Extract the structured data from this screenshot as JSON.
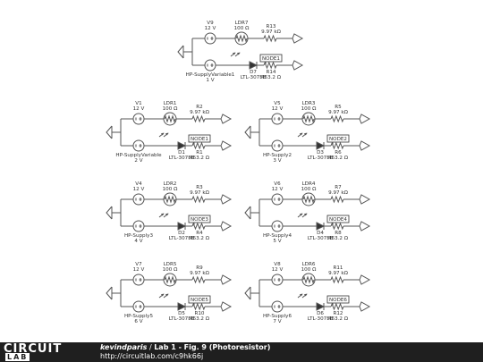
{
  "footer": {
    "logo_top": "CIRCUIT",
    "logo_bottom_left": "",
    "logo_bottom_right": "LAB",
    "author": "kevindparis",
    "separator": " / ",
    "title": "Lab 1 - Fig. 9 (Photoresistor)",
    "url": "http://circuitlab.com/c9hk66j"
  },
  "circuits": [
    {
      "id": "top",
      "vs_name": "V9",
      "vs_value": "12 V",
      "ldr_name": "LDR7",
      "ldr_value": "100 Ω",
      "r_top_name": "R13",
      "r_top_value": "9.97 kΩ",
      "node": "NODE1",
      "sup_name": "HP-SupplyVariable1",
      "sup_value": "1 V",
      "diode_name": "D7",
      "diode_value": "LTL-307EE",
      "r_bot_name": "R14",
      "r_bot_value": "463.2 Ω"
    },
    {
      "id": "L1",
      "vs_name": "V1",
      "vs_value": "12 V",
      "ldr_name": "LDR1",
      "ldr_value": "100 Ω",
      "r_top_name": "R2",
      "r_top_value": "9.97 kΩ",
      "node": "NODE1",
      "sup_name": "HP-SupplyVariable",
      "sup_value": "2 V",
      "diode_name": "D1",
      "diode_value": "LTL-307EE",
      "r_bot_name": "R1",
      "r_bot_value": "463.2 Ω"
    },
    {
      "id": "R1",
      "vs_name": "V5",
      "vs_value": "12 V",
      "ldr_name": "LDR3",
      "ldr_value": "100 Ω",
      "r_top_name": "R5",
      "r_top_value": "9.97 kΩ",
      "node": "NODE2",
      "sup_name": "HP-Supply2",
      "sup_value": "3 V",
      "diode_name": "D3",
      "diode_value": "LTL-307EE",
      "r_bot_name": "R6",
      "r_bot_value": "463.2 Ω"
    },
    {
      "id": "L2",
      "vs_name": "V4",
      "vs_value": "12 V",
      "ldr_name": "LDR2",
      "ldr_value": "100 Ω",
      "r_top_name": "R3",
      "r_top_value": "9.97 kΩ",
      "node": "NODE3",
      "sup_name": "HP-Supply3",
      "sup_value": "4 V",
      "diode_name": "D2",
      "diode_value": "LTL-307EE",
      "r_bot_name": "R4",
      "r_bot_value": "463.2 Ω"
    },
    {
      "id": "R2",
      "vs_name": "V6",
      "vs_value": "12 V",
      "ldr_name": "LDR4",
      "ldr_value": "100 Ω",
      "r_top_name": "R7",
      "r_top_value": "9.97 kΩ",
      "node": "NODE4",
      "sup_name": "HP-Supply4",
      "sup_value": "5 V",
      "diode_name": "D4",
      "diode_value": "LTL-307EE",
      "r_bot_name": "R8",
      "r_bot_value": "463.2 Ω"
    },
    {
      "id": "L3",
      "vs_name": "V7",
      "vs_value": "12 V",
      "ldr_name": "LDR5",
      "ldr_value": "100 Ω",
      "r_top_name": "R9",
      "r_top_value": "9.97 kΩ",
      "node": "NODE5",
      "sup_name": "HP-Supply5",
      "sup_value": "6 V",
      "diode_name": "D5",
      "diode_value": "LTL-307EE",
      "r_bot_name": "R10",
      "r_bot_value": "463.2 Ω"
    },
    {
      "id": "R3",
      "vs_name": "V8",
      "vs_value": "12 V",
      "ldr_name": "LDR6",
      "ldr_value": "100 Ω",
      "r_top_name": "R11",
      "r_top_value": "9.97 kΩ",
      "node": "NODE6",
      "sup_name": "HP-Supply6",
      "sup_value": "7 V",
      "diode_name": "D6",
      "diode_value": "LTL-307EE",
      "r_bot_name": "R12",
      "r_bot_value": "463.2 Ω"
    }
  ]
}
